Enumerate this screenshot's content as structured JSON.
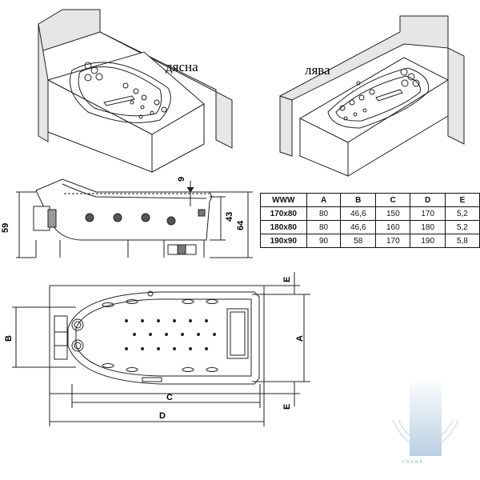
{
  "labels": {
    "right": "дясна",
    "left": "лява"
  },
  "dimensions": {
    "side_total_height": "59",
    "side_inner_height": "43",
    "side_height_64": "64",
    "side_top": "9",
    "plan_A": "A",
    "plan_B": "B",
    "plan_C": "C",
    "plan_D": "D",
    "plan_E_top": "E",
    "plan_E_bottom": "E"
  },
  "table": {
    "headers": [
      "WWW",
      "A",
      "B",
      "C",
      "D",
      "E"
    ],
    "rows": [
      [
        "170x80",
        "80",
        "46,6",
        "150",
        "170",
        "5,2"
      ],
      [
        "180x80",
        "80",
        "46,6",
        "160",
        "180",
        "5,2"
      ],
      [
        "190x90",
        "90",
        "58",
        "170",
        "190",
        "5,8"
      ]
    ]
  },
  "logo": {
    "text": "ravak",
    "icon": "water-drop-logo-icon"
  },
  "colors": {
    "line": "#222222",
    "wall": "#e6e6e6",
    "logo_blue": "#a9c4dc"
  }
}
